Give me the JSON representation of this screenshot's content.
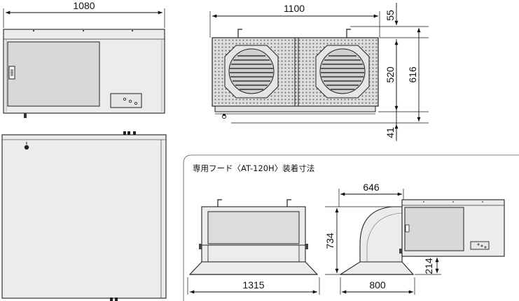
{
  "dimensions": {
    "front_width": "1080",
    "side_width": "1100",
    "side_top_offset": "55",
    "side_body_height": "520",
    "side_total_height": "616",
    "side_bottom_offset": "41",
    "hood_front_width": "1315",
    "hood_height": "734",
    "hood_side_top_depth": "646",
    "hood_side_bottom_depth": "800",
    "hood_skirt_height": "214"
  },
  "hood_caption": "専用フード〈AT-120H〉装着寸法",
  "colors": {
    "body_fill": "#eaeaea",
    "panel_fill": "#d8d8d8",
    "line": "#222222",
    "grille_fill": "#d6d6d6"
  }
}
